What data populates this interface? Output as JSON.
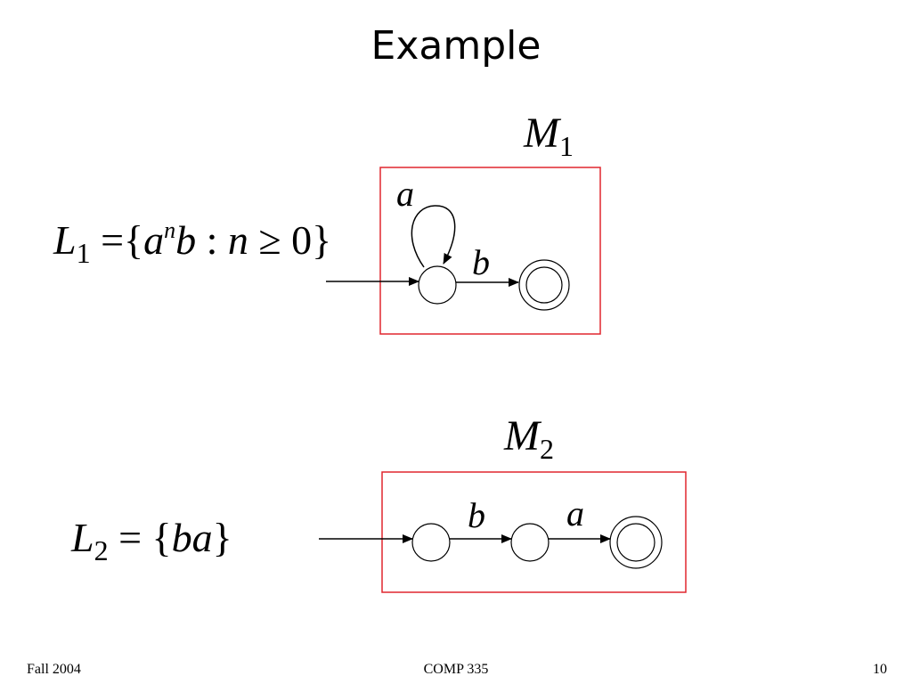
{
  "slide": {
    "title": "Example",
    "page_number": "10"
  },
  "footer": {
    "left": "Fall 2004",
    "center": "COMP 335",
    "right": "10"
  },
  "example1": {
    "lang_letter": "L",
    "lang_index": "1",
    "equals": "=",
    "open_brace": "{",
    "base": "a",
    "exponent": "n",
    "suffix": "b",
    "separator": ":",
    "variable": "n",
    "relation": "≥",
    "bound": "0",
    "close_brace": "}",
    "machine_letter": "M",
    "machine_index": "1",
    "transitions": [
      "a",
      "b"
    ]
  },
  "example2": {
    "lang_letter": "L",
    "lang_index": "2",
    "equals": "=",
    "open_brace": "{",
    "word": "ba",
    "close_brace": "}",
    "machine_letter": "M",
    "machine_index": "2",
    "transitions": [
      "b",
      "a"
    ]
  },
  "colors": {
    "box_border": "#e0262e",
    "stroke": "#000000"
  }
}
